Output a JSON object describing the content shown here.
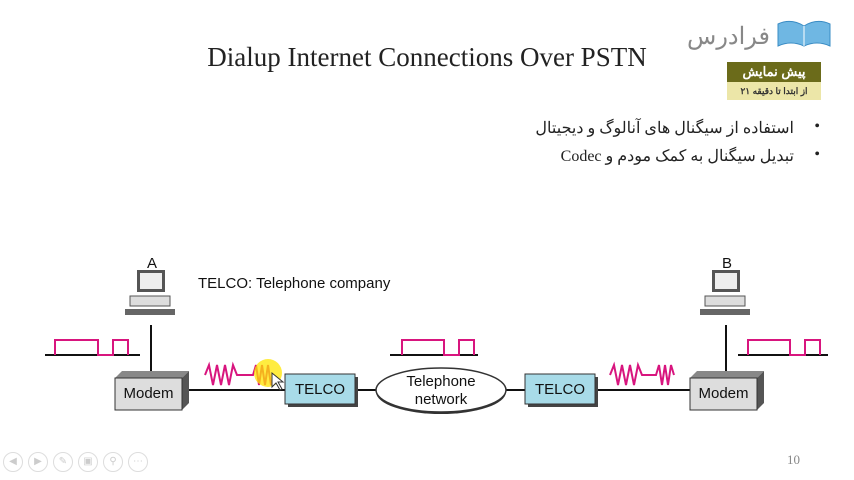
{
  "title": "Dialup Internet Connections Over PSTN",
  "bullets": [
    "استفاده از سیگنال های آنالوگ و دیجیتال",
    "تبدیل سیگنال به کمک مودم و Codec"
  ],
  "logo": {
    "text": "فرادرس",
    "badge_title": "پیش نمایش",
    "badge_subtitle": "از ابتدا تا دقیقه ۲۱"
  },
  "diagram": {
    "label_a": "A",
    "label_b": "B",
    "legend": "TELCO: Telephone company",
    "modem": "Modem",
    "telco": "TELCO",
    "network_line1": "Telephone",
    "network_line2": "network"
  },
  "page_number": "10",
  "colors": {
    "signal": "#d8157e",
    "telco_fill": "#a8dbe8",
    "badge_dark": "#6b6b1a"
  },
  "nav_icons": [
    "prev-icon",
    "next-icon",
    "pen-icon",
    "slides-icon",
    "zoom-icon",
    "more-icon"
  ]
}
